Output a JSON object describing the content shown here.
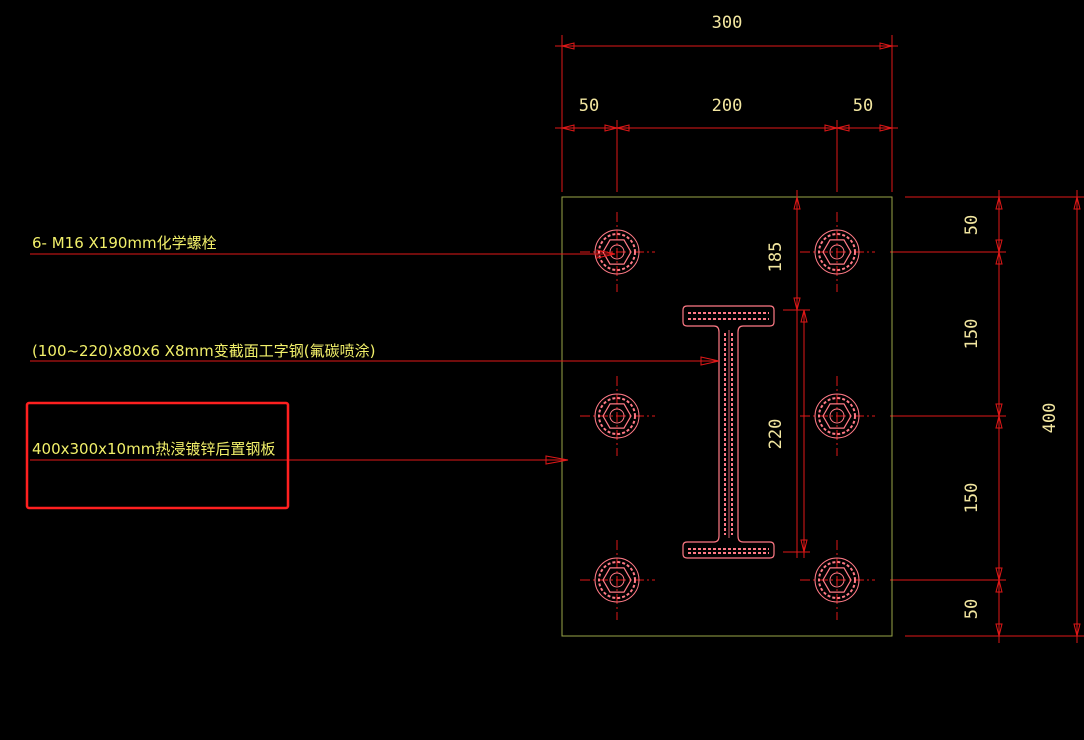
{
  "dimensions": {
    "top_total": "300",
    "top_left": "50",
    "top_middle": "200",
    "top_right": "50",
    "right_top": "50",
    "right_middle_upper": "150",
    "right_middle_lower": "150",
    "right_bottom": "50",
    "right_total": "400",
    "inner_upper": "185",
    "inner_web": "220"
  },
  "annotations": {
    "bolts": "6- M16 X190mm化学螺栓",
    "beam": "(100~220)x80x6 X8mm变截面工字钢(氟碳喷涂)",
    "plate": "400x300x10mm热浸镀锌后置钢板"
  },
  "colors": {
    "background": "#000000",
    "dimension_lines": "#e01818",
    "text": "#f2f06a",
    "plate_outline": "#9aa648",
    "bolt_and_beam": "#ff7a86",
    "highlight_box": "#ff2020"
  }
}
